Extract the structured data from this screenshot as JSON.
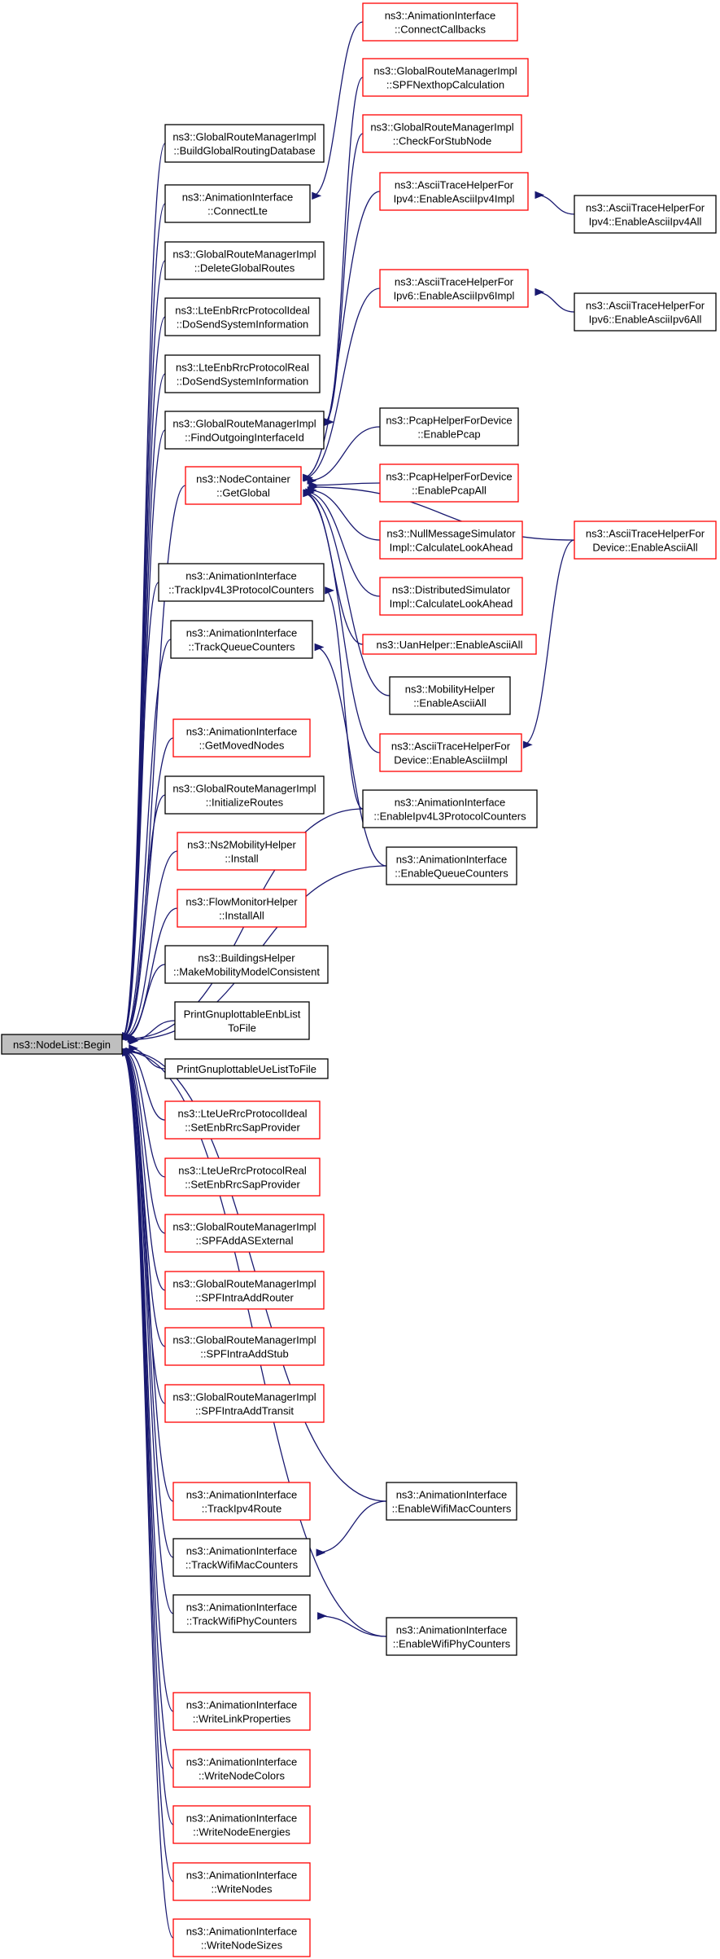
{
  "root": {
    "id": "root",
    "lines": [
      "ns3::NodeList::Begin"
    ]
  },
  "nodes": [
    {
      "id": "n1",
      "lines": [
        "ns3::GlobalRouteManagerImpl",
        "::BuildGlobalRoutingDatabase"
      ],
      "border": "black"
    },
    {
      "id": "n2",
      "lines": [
        "ns3::AnimationInterface",
        "::ConnectLte"
      ],
      "border": "black"
    },
    {
      "id": "n3",
      "lines": [
        "ns3::GlobalRouteManagerImpl",
        "::DeleteGlobalRoutes"
      ],
      "border": "black"
    },
    {
      "id": "n4",
      "lines": [
        "ns3::LteEnbRrcProtocolIdeal",
        "::DoSendSystemInformation"
      ],
      "border": "black"
    },
    {
      "id": "n5",
      "lines": [
        "ns3::LteEnbRrcProtocolReal",
        "::DoSendSystemInformation"
      ],
      "border": "black"
    },
    {
      "id": "n6",
      "lines": [
        "ns3::GlobalRouteManagerImpl",
        "::FindOutgoingInterfaceId"
      ],
      "border": "black"
    },
    {
      "id": "n7",
      "lines": [
        "ns3::NodeContainer",
        "::GetGlobal"
      ],
      "border": "red"
    },
    {
      "id": "n8",
      "lines": [
        "ns3::AnimationInterface",
        "::TrackIpv4L3ProtocolCounters"
      ],
      "border": "black"
    },
    {
      "id": "n9",
      "lines": [
        "ns3::AnimationInterface",
        "::TrackQueueCounters"
      ],
      "border": "black"
    },
    {
      "id": "n10",
      "lines": [
        "ns3::AnimationInterface",
        "::GetMovedNodes"
      ],
      "border": "red"
    },
    {
      "id": "n11",
      "lines": [
        "ns3::GlobalRouteManagerImpl",
        "::InitializeRoutes"
      ],
      "border": "black"
    },
    {
      "id": "n12",
      "lines": [
        "ns3::Ns2MobilityHelper",
        "::Install"
      ],
      "border": "red"
    },
    {
      "id": "n13",
      "lines": [
        "ns3::FlowMonitorHelper",
        "::InstallAll"
      ],
      "border": "red"
    },
    {
      "id": "n14",
      "lines": [
        "ns3::BuildingsHelper",
        "::MakeMobilityModelConsistent"
      ],
      "border": "black"
    },
    {
      "id": "n15",
      "lines": [
        "PrintGnuplottableEnbList",
        "ToFile"
      ],
      "border": "black"
    },
    {
      "id": "n16",
      "lines": [
        "PrintGnuplottableUeListToFile"
      ],
      "border": "black"
    },
    {
      "id": "n17",
      "lines": [
        "ns3::LteUeRrcProtocolIdeal",
        "::SetEnbRrcSapProvider"
      ],
      "border": "red"
    },
    {
      "id": "n18",
      "lines": [
        "ns3::LteUeRrcProtocolReal",
        "::SetEnbRrcSapProvider"
      ],
      "border": "red"
    },
    {
      "id": "n19",
      "lines": [
        "ns3::GlobalRouteManagerImpl",
        "::SPFAddASExternal"
      ],
      "border": "red"
    },
    {
      "id": "n20",
      "lines": [
        "ns3::GlobalRouteManagerImpl",
        "::SPFIntraAddRouter"
      ],
      "border": "red"
    },
    {
      "id": "n21",
      "lines": [
        "ns3::GlobalRouteManagerImpl",
        "::SPFIntraAddStub"
      ],
      "border": "red"
    },
    {
      "id": "n22",
      "lines": [
        "ns3::GlobalRouteManagerImpl",
        "::SPFIntraAddTransit"
      ],
      "border": "red"
    },
    {
      "id": "n23",
      "lines": [
        "ns3::AnimationInterface",
        "::TrackIpv4Route"
      ],
      "border": "red"
    },
    {
      "id": "n24",
      "lines": [
        "ns3::AnimationInterface",
        "::TrackWifiMacCounters"
      ],
      "border": "black"
    },
    {
      "id": "n25",
      "lines": [
        "ns3::AnimationInterface",
        "::TrackWifiPhyCounters"
      ],
      "border": "black"
    },
    {
      "id": "n26",
      "lines": [
        "ns3::AnimationInterface",
        "::WriteLinkProperties"
      ],
      "border": "red"
    },
    {
      "id": "n27",
      "lines": [
        "ns3::AnimationInterface",
        "::WriteNodeColors"
      ],
      "border": "red"
    },
    {
      "id": "n28",
      "lines": [
        "ns3::AnimationInterface",
        "::WriteNodeEnergies"
      ],
      "border": "red"
    },
    {
      "id": "n29",
      "lines": [
        "ns3::AnimationInterface",
        "::WriteNodes"
      ],
      "border": "red"
    },
    {
      "id": "n30",
      "lines": [
        "ns3::AnimationInterface",
        "::WriteNodeSizes"
      ],
      "border": "red"
    },
    {
      "id": "c1",
      "lines": [
        "ns3::AnimationInterface",
        "::ConnectCallbacks"
      ],
      "border": "red"
    },
    {
      "id": "c2",
      "lines": [
        "ns3::GlobalRouteManagerImpl",
        "::SPFNexthopCalculation"
      ],
      "border": "red"
    },
    {
      "id": "c3",
      "lines": [
        "ns3::GlobalRouteManagerImpl",
        "::CheckForStubNode"
      ],
      "border": "red"
    },
    {
      "id": "c4",
      "lines": [
        "ns3::AsciiTraceHelperFor",
        "Ipv4::EnableAsciiIpv4Impl"
      ],
      "border": "red"
    },
    {
      "id": "c5",
      "lines": [
        "ns3::AsciiTraceHelperFor",
        "Ipv6::EnableAsciiIpv6Impl"
      ],
      "border": "red"
    },
    {
      "id": "c6",
      "lines": [
        "ns3::PcapHelperForDevice",
        "::EnablePcap"
      ],
      "border": "black"
    },
    {
      "id": "c7",
      "lines": [
        "ns3::PcapHelperForDevice",
        "::EnablePcapAll"
      ],
      "border": "red"
    },
    {
      "id": "c8",
      "lines": [
        "ns3::NullMessageSimulator",
        "Impl::CalculateLookAhead"
      ],
      "border": "red"
    },
    {
      "id": "c9",
      "lines": [
        "ns3::DistributedSimulator",
        "Impl::CalculateLookAhead"
      ],
      "border": "red"
    },
    {
      "id": "c10",
      "lines": [
        "ns3::UanHelper::EnableAsciiAll"
      ],
      "border": "red"
    },
    {
      "id": "c11",
      "lines": [
        "ns3::MobilityHelper",
        "::EnableAsciiAll"
      ],
      "border": "black"
    },
    {
      "id": "c12",
      "lines": [
        "ns3::AsciiTraceHelperFor",
        "Device::EnableAsciiImpl"
      ],
      "border": "red"
    },
    {
      "id": "c13",
      "lines": [
        "ns3::AnimationInterface",
        "::EnableIpv4L3ProtocolCounters"
      ],
      "border": "black"
    },
    {
      "id": "c14",
      "lines": [
        "ns3::AnimationInterface",
        "::EnableQueueCounters"
      ],
      "border": "black"
    },
    {
      "id": "c15",
      "lines": [
        "ns3::AnimationInterface",
        "::EnableWifiMacCounters"
      ],
      "border": "black"
    },
    {
      "id": "c16",
      "lines": [
        "ns3::AnimationInterface",
        "::EnableWifiPhyCounters"
      ],
      "border": "black"
    },
    {
      "id": "d1",
      "lines": [
        "ns3::AsciiTraceHelperFor",
        "Ipv4::EnableAsciiIpv4All"
      ],
      "border": "black"
    },
    {
      "id": "d2",
      "lines": [
        "ns3::AsciiTraceHelperFor",
        "Ipv6::EnableAsciiIpv6All"
      ],
      "border": "black"
    },
    {
      "id": "d3",
      "lines": [
        "ns3::AsciiTraceHelperFor",
        "Device::EnableAsciiAll"
      ],
      "border": "red"
    }
  ],
  "edges": [
    [
      "n1",
      "root"
    ],
    [
      "n2",
      "root"
    ],
    [
      "n3",
      "root"
    ],
    [
      "n4",
      "root"
    ],
    [
      "n5",
      "root"
    ],
    [
      "n6",
      "root"
    ],
    [
      "n7",
      "root"
    ],
    [
      "n8",
      "root"
    ],
    [
      "n9",
      "root"
    ],
    [
      "n10",
      "root"
    ],
    [
      "n11",
      "root"
    ],
    [
      "n12",
      "root"
    ],
    [
      "n13",
      "root"
    ],
    [
      "n14",
      "root"
    ],
    [
      "n15",
      "root"
    ],
    [
      "n16",
      "root"
    ],
    [
      "n17",
      "root"
    ],
    [
      "n18",
      "root"
    ],
    [
      "n19",
      "root"
    ],
    [
      "n20",
      "root"
    ],
    [
      "n21",
      "root"
    ],
    [
      "n22",
      "root"
    ],
    [
      "n23",
      "root"
    ],
    [
      "n24",
      "root"
    ],
    [
      "n25",
      "root"
    ],
    [
      "n26",
      "root"
    ],
    [
      "n27",
      "root"
    ],
    [
      "n28",
      "root"
    ],
    [
      "n29",
      "root"
    ],
    [
      "n30",
      "root"
    ],
    [
      "c13",
      "root"
    ],
    [
      "c14",
      "root"
    ],
    [
      "c15",
      "root"
    ],
    [
      "c16",
      "root"
    ],
    [
      "c1",
      "n2"
    ],
    [
      "c2",
      "n6"
    ],
    [
      "c3",
      "n6"
    ],
    [
      "c4",
      "n7"
    ],
    [
      "c5",
      "n7"
    ],
    [
      "c6",
      "n7"
    ],
    [
      "c7",
      "n7"
    ],
    [
      "c8",
      "n7"
    ],
    [
      "c9",
      "n7"
    ],
    [
      "c10",
      "n7"
    ],
    [
      "c11",
      "n7"
    ],
    [
      "c12",
      "n7"
    ],
    [
      "d3",
      "n7"
    ],
    [
      "c13",
      "n8"
    ],
    [
      "c14",
      "n9"
    ],
    [
      "c15",
      "n24"
    ],
    [
      "c16",
      "n25"
    ],
    [
      "d1",
      "c4"
    ],
    [
      "d2",
      "c5"
    ],
    [
      "d3",
      "c12"
    ]
  ]
}
